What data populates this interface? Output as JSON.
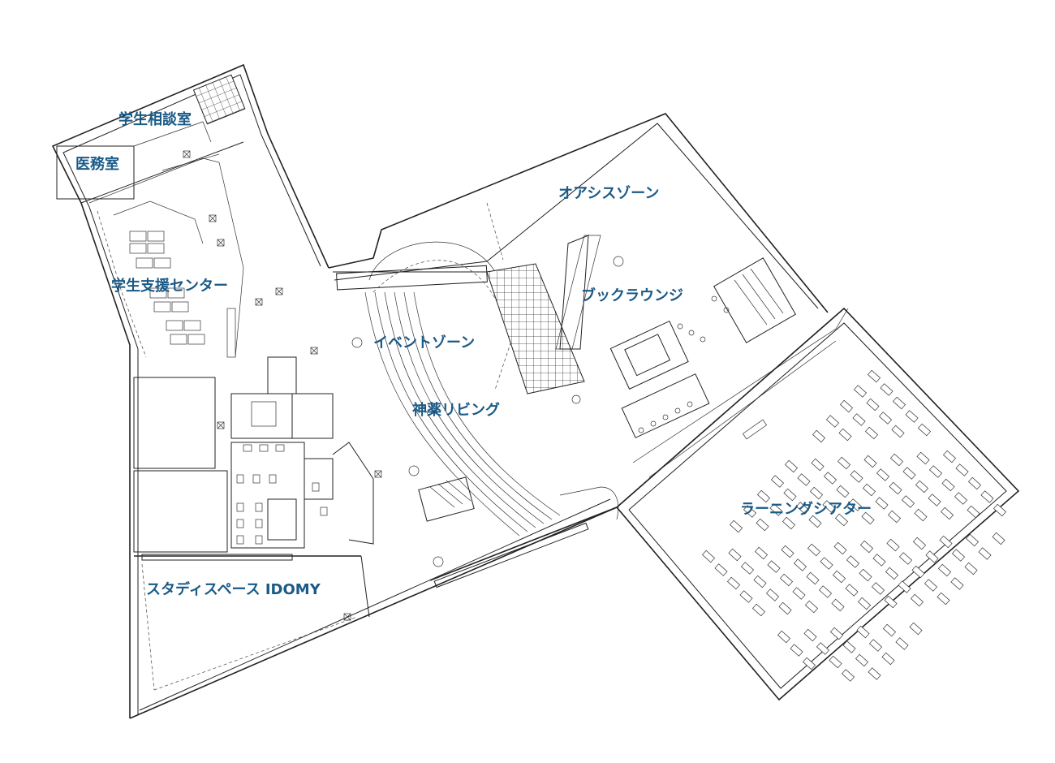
{
  "rooms": {
    "student_counseling": "学生相談室",
    "medical_office": "医務室",
    "student_support_center": "学生支援センター",
    "study_space": "スタディスペース IDOMY",
    "event_zone": "イベントゾーン",
    "shinyaku_living": "神薬リビング",
    "oasis_zone": "オアシスゾーン",
    "book_lounge": "ブックラウンジ",
    "learning_theater": "ラーニングシアター"
  },
  "colors": {
    "label": "#1a5a86",
    "line": "#222222",
    "background": "#ffffff"
  }
}
